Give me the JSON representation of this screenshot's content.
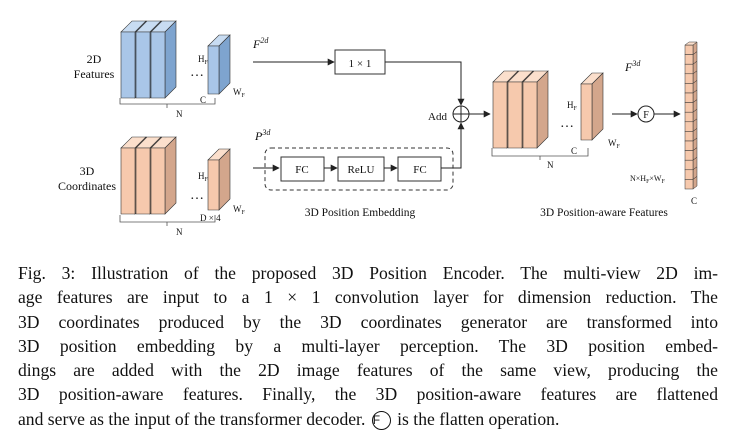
{
  "colors": {
    "blue_front": "#a9c6e8",
    "blue_side": "#7ea4cf",
    "blue_top": "#c8dcf2",
    "pink_front": "#f6c9ad",
    "pink_side": "#d3a68c",
    "pink_top": "#fbdfcc",
    "stroke": "#333333"
  },
  "diagram": {
    "features_2d_label_line1": "2D",
    "features_2d_label_line2": "Features",
    "coords_3d_label_line1": "3D",
    "coords_3d_label_line2": "Coordinates",
    "f2d_label": "F",
    "f2d_sup": "2d",
    "p3d_label": "P",
    "p3d_sup": "3d",
    "f3d_label": "F",
    "f3d_sup": "3d",
    "hf_label": "H",
    "hf_sub": "F",
    "wf_label": "W",
    "wf_sub": "F",
    "c_label": "C",
    "n_label": "N",
    "d4_label": "D × 4",
    "conv_label": "1 × 1",
    "add_label": "Add",
    "fc1_label": "FC",
    "relu_label": "ReLU",
    "fc2_label": "FC",
    "embedding_caption": "3D Position Embedding",
    "pa_caption": "3D Position-aware Features",
    "flatten_symbol": "F",
    "flat_size_label": "N×H",
    "flat_size_sub1": "F",
    "flat_size_mid": "×W",
    "flat_size_sub2": "F",
    "flat_c_label": "C"
  },
  "caption": {
    "lines": [
      "Fig. 3: Illustration of the proposed 3D Position Encoder. The multi-view 2D im-",
      "age features are input to a 1 × 1 convolution layer for dimension reduction. The",
      "3D coordinates produced by the 3D coordinates generator are transformed into",
      "3D position embedding by a multi-layer perception. The 3D position embed-",
      "dings are added with the 2D image features of the same view, producing the",
      "3D position-aware features. Finally, the 3D position-aware features are flattened"
    ],
    "last_line_before": "and serve as the input of the transformer decoder.",
    "flatten_symbol": "F",
    "last_line_after": "is the flatten operation."
  }
}
